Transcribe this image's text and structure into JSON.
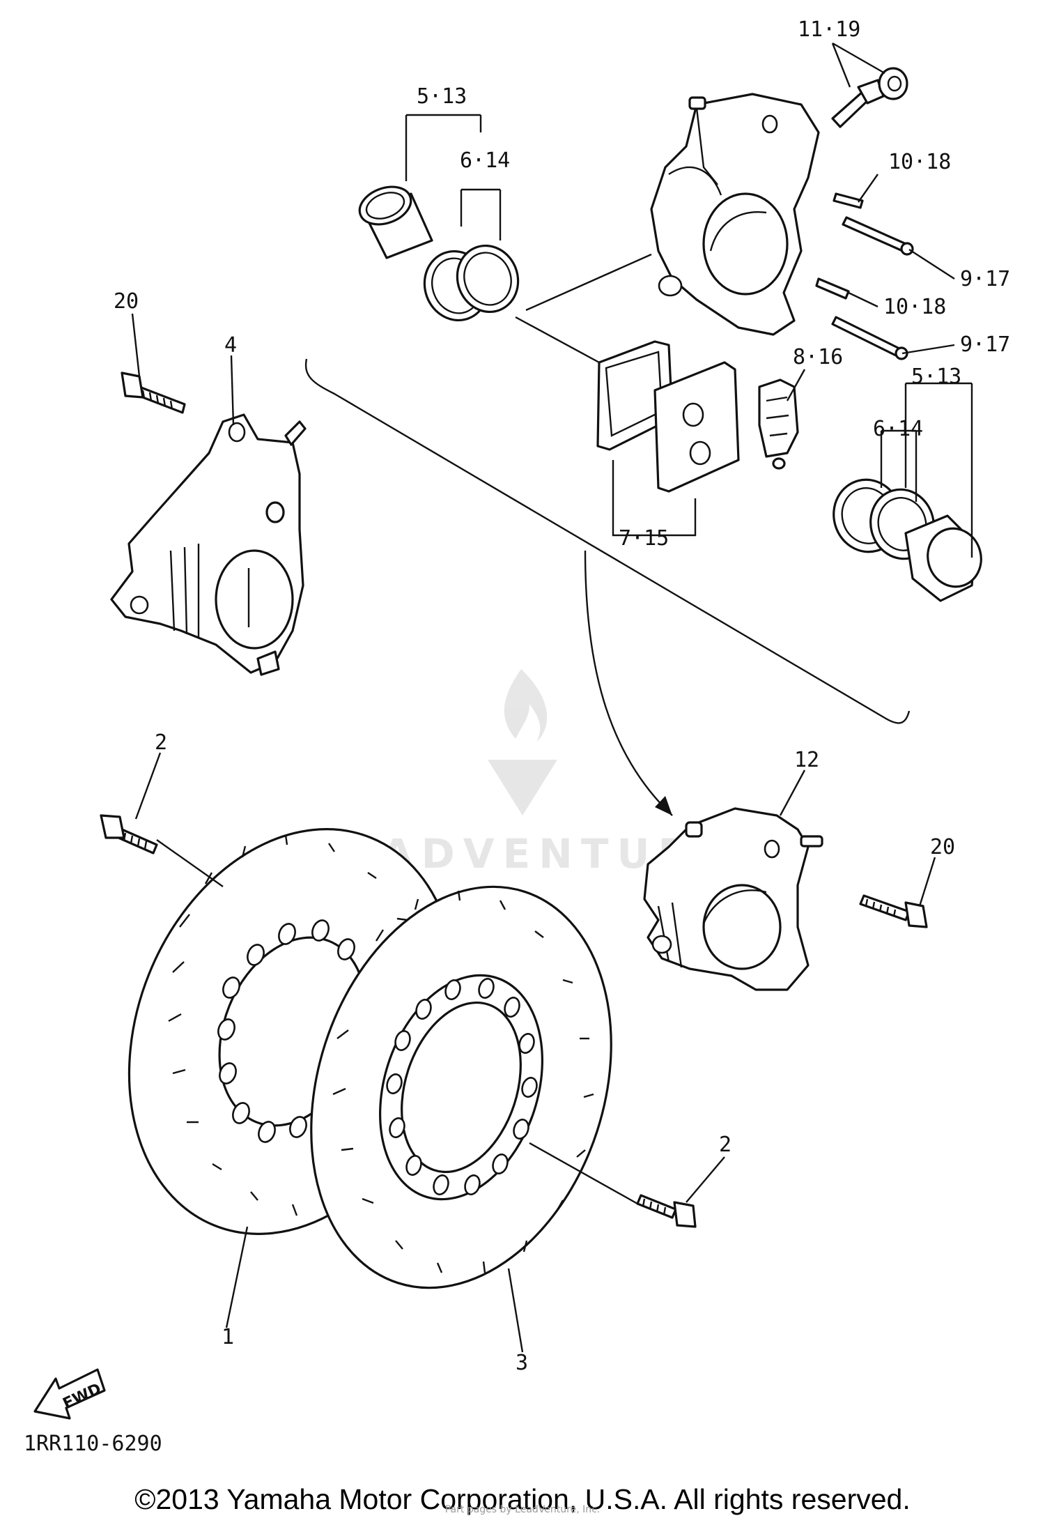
{
  "diagram": {
    "callouts": {
      "p11_19": "11·19",
      "p5_13_top": "5·13",
      "p6_14_top": "6·14",
      "p10_18_a": "10·18",
      "p9_17_a": "9·17",
      "p10_18_b": "10·18",
      "p9_17_b": "9·17",
      "p8_16": "8·16",
      "p5_13_right": "5·13",
      "p6_14_right": "6·14",
      "p7_15": "7·15",
      "p20_left": "20",
      "p4": "4",
      "p2_left": "2",
      "p12": "12",
      "p20_right": "20",
      "p2_right": "2",
      "p1": "1",
      "p3": "3"
    },
    "direction_arrow": "FWD",
    "diagram_code": "1RR110-6290"
  },
  "watermark": {
    "brand": "LEADVENTURE",
    "small_text": "Part pages by LeadVenture, Inc."
  },
  "footer": {
    "copyright": "©2013 Yamaha Motor Corporation, U.S.A. All rights reserved."
  }
}
